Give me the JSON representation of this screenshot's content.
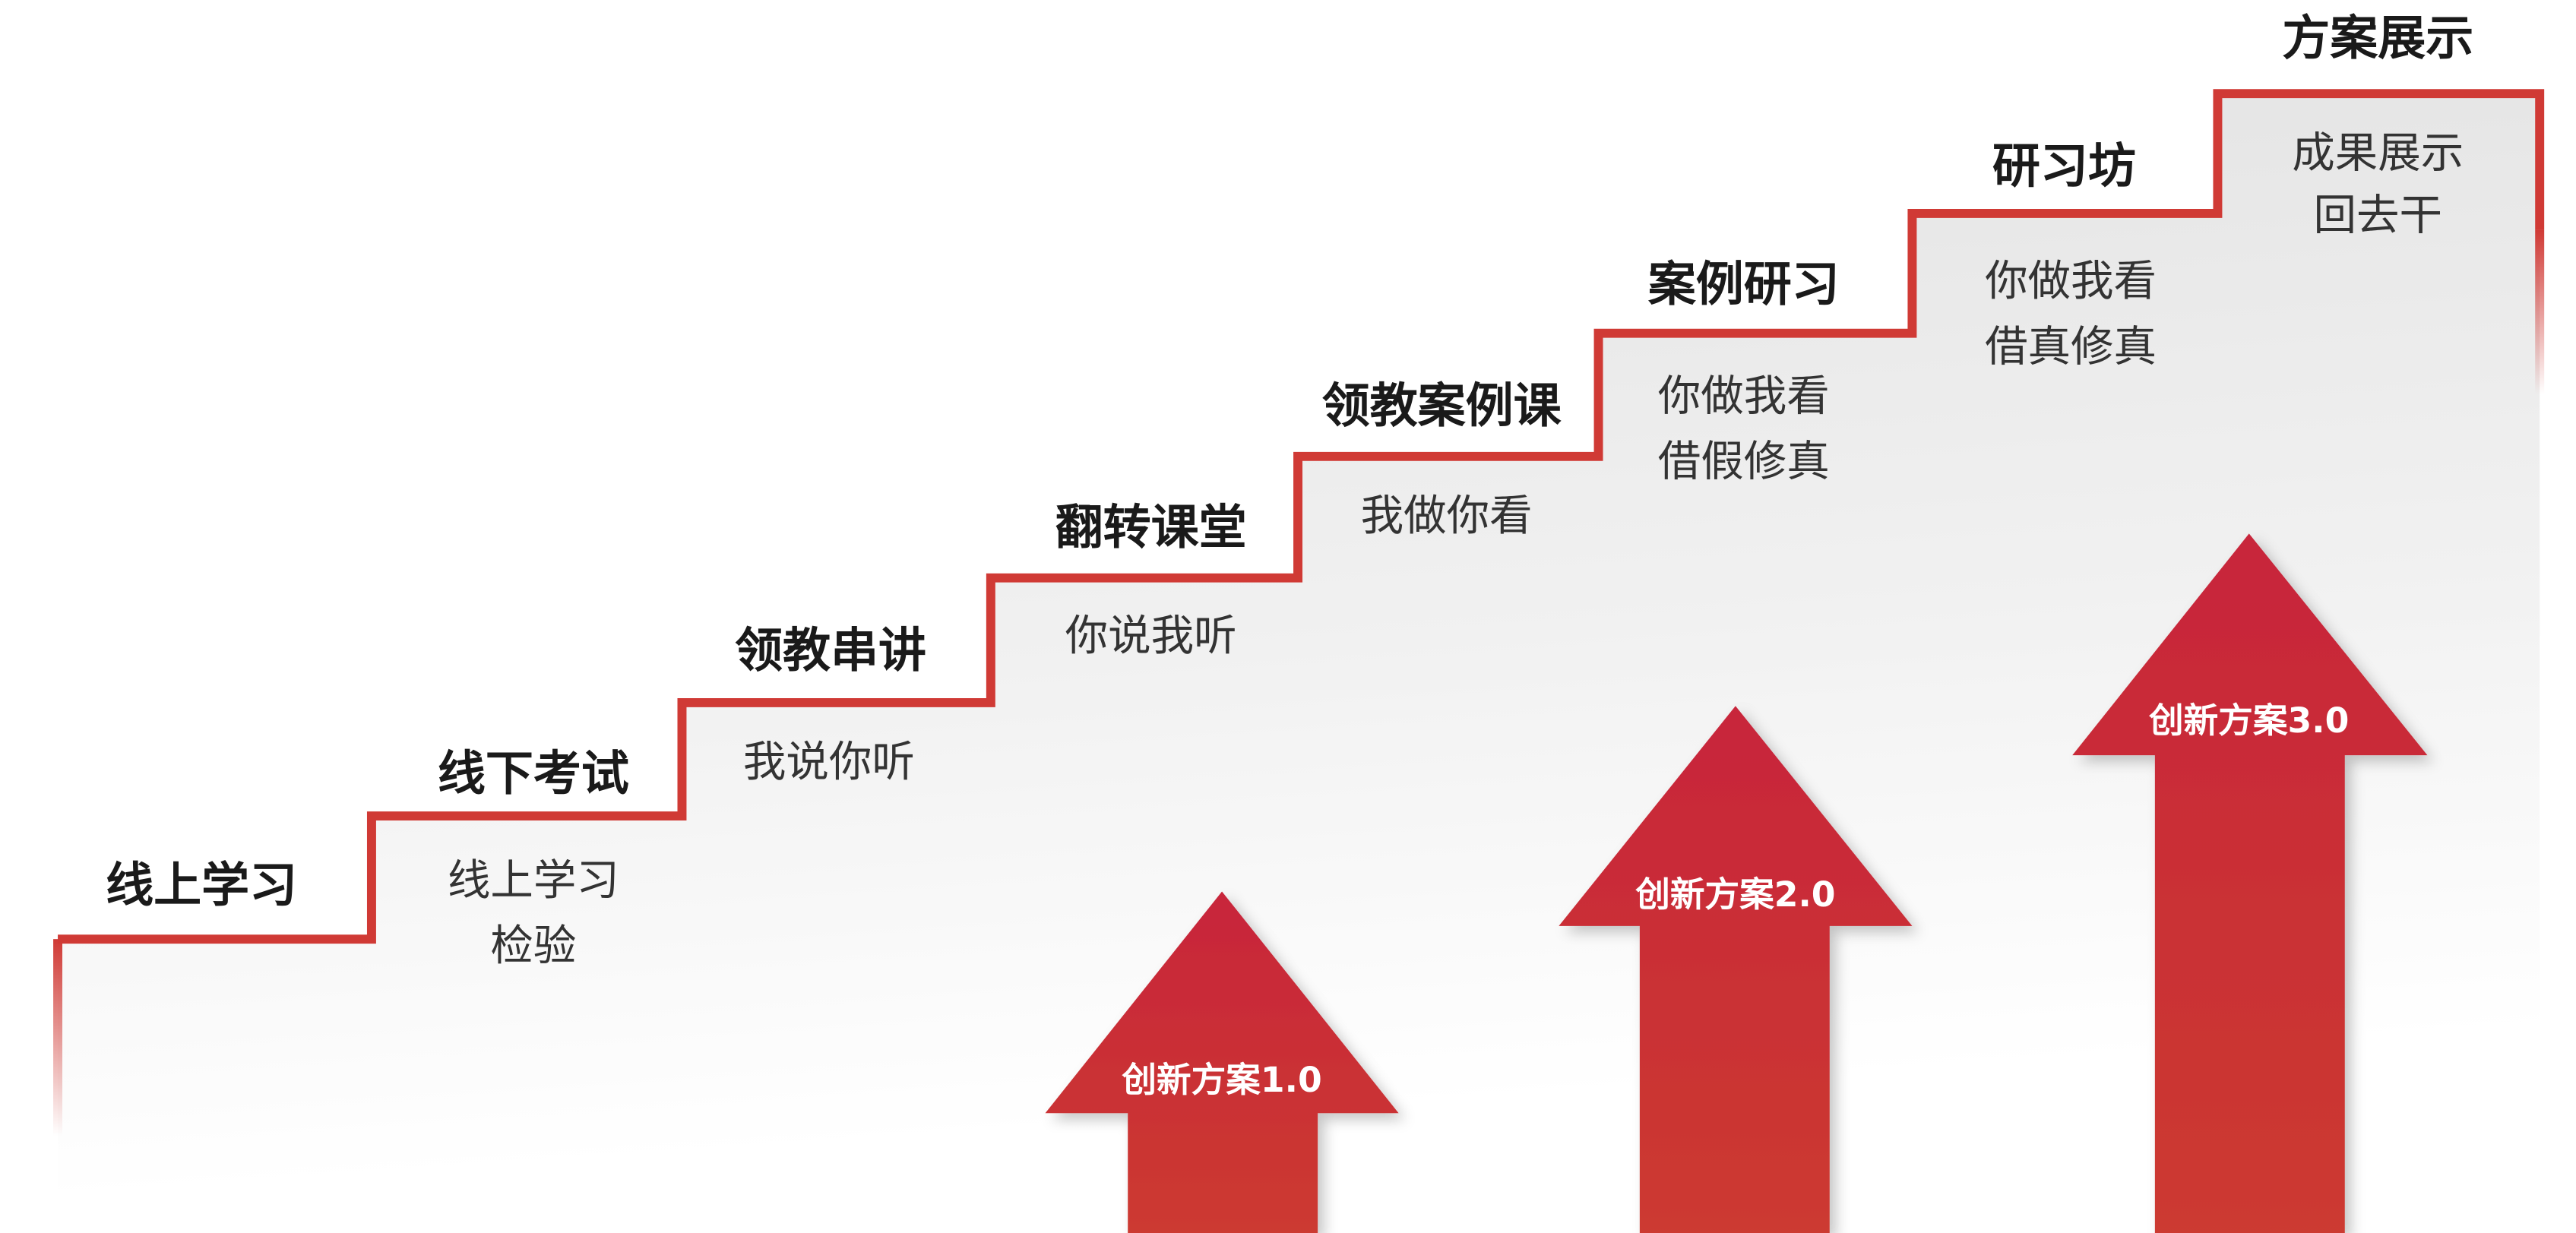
{
  "colors": {
    "line": "#d03a35",
    "arrow_top": "#c8253b",
    "arrow_bottom": "#cc3832",
    "fill_top": "#e3e3e3"
  },
  "steps": [
    {
      "title": "线上学习",
      "lines": []
    },
    {
      "title": "线下考试",
      "lines": [
        "线上学习",
        "检验"
      ]
    },
    {
      "title": "领教串讲",
      "lines": [
        "我说你听"
      ]
    },
    {
      "title": "翻转课堂",
      "lines": [
        "你说我听"
      ]
    },
    {
      "title": "领教案例课",
      "lines": [
        "我做你看"
      ]
    },
    {
      "title": "案例研习",
      "lines": [
        "你做我看",
        "借假修真"
      ]
    },
    {
      "title": "研习坊",
      "lines": [
        "你做我看",
        "借真修真"
      ]
    },
    {
      "title": "方案展示",
      "lines": [
        "成果展示",
        "回去干"
      ]
    }
  ],
  "arrows": [
    {
      "label": "创新方案1.0"
    },
    {
      "label": "创新方案2.0"
    },
    {
      "label": "创新方案3.0"
    }
  ]
}
